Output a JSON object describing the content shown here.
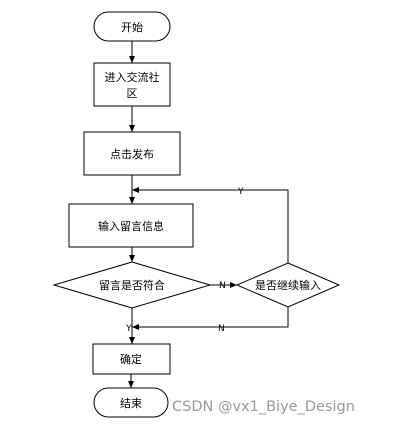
{
  "nodes": {
    "start": {
      "label": "开始",
      "shape": "terminal"
    },
    "enter_community": {
      "label_line1": "进入交流社",
      "label_line2": "区",
      "shape": "process"
    },
    "click_publish": {
      "label": "点击发布",
      "shape": "process"
    },
    "input_message": {
      "label": "输入留言信息",
      "shape": "process"
    },
    "message_valid": {
      "label": "留言是否符合",
      "shape": "decision"
    },
    "continue_input": {
      "label": "是否继续输入",
      "shape": "decision"
    },
    "confirm": {
      "label": "确定",
      "shape": "process"
    },
    "end": {
      "label": "结束",
      "shape": "terminal"
    }
  },
  "edges": {
    "loop_yes": "Y",
    "valid_no": "N",
    "continue_no": "N",
    "valid_yes": "Y"
  },
  "watermark": "CSDN @vx1_Biye_Design"
}
